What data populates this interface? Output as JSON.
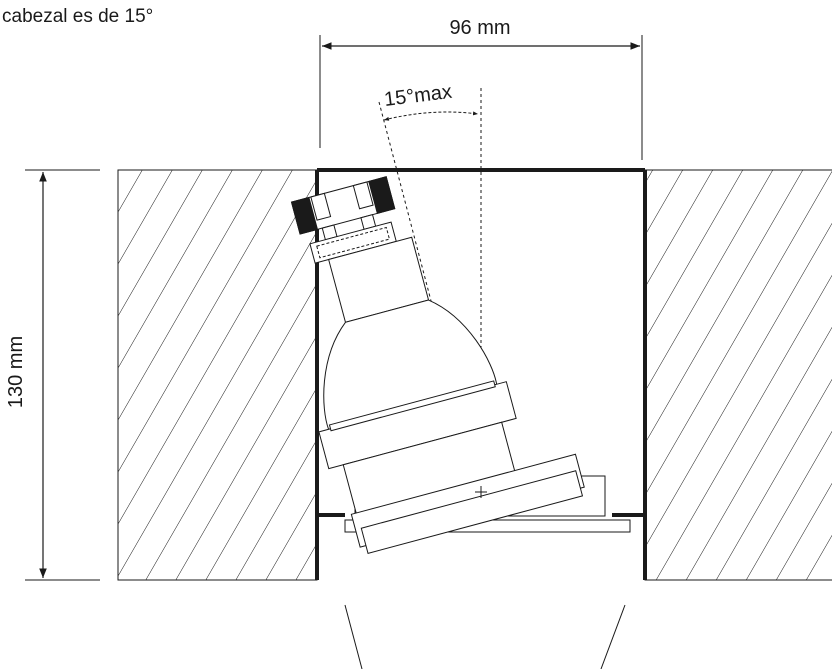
{
  "caption": "cabezal es de 15°",
  "dimensions": {
    "width_label": "96 mm",
    "height_label": "130 mm",
    "angle_label": "15°max"
  }
}
